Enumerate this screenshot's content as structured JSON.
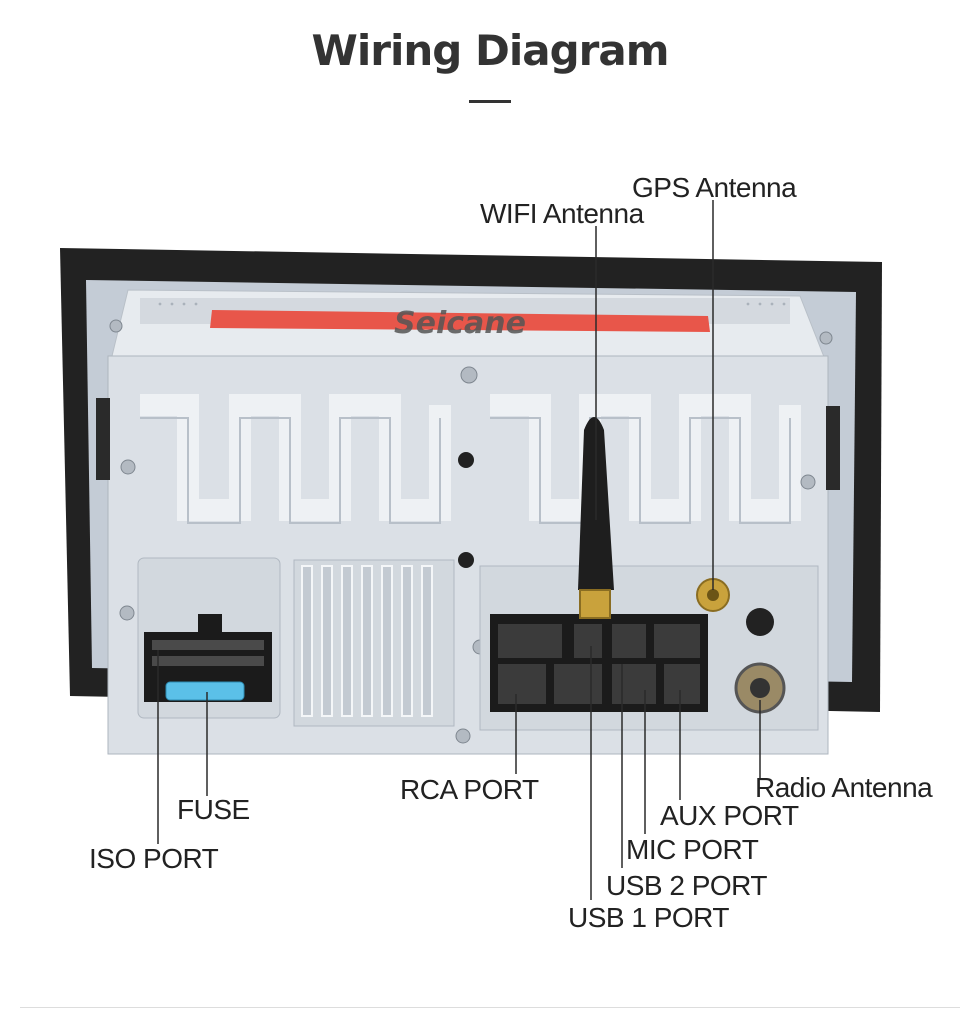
{
  "header": {
    "title": "Wiring Diagram"
  },
  "brand": {
    "sticker_text": "Seicane"
  },
  "callouts": {
    "gps_antenna": "GPS Antenna",
    "wifi_antenna": "WIFI Antenna",
    "radio_antenna": "Radio Antenna",
    "rca_port": "RCA PORT",
    "aux_port": "AUX PORT",
    "mic_port": "MIC PORT",
    "usb2_port": "USB 2 PORT",
    "usb1_port": "USB 1 PORT",
    "fuse": "FUSE",
    "iso_port": "ISO PORT"
  },
  "colors": {
    "title": "#333333",
    "label": "#222222",
    "chassis": "#dfe4ea",
    "bezel": "#222222",
    "sticker": "#e8564a",
    "fuse": "#5bc0e8",
    "connector": "#1b1b1b",
    "gold": "#c9a23c"
  }
}
